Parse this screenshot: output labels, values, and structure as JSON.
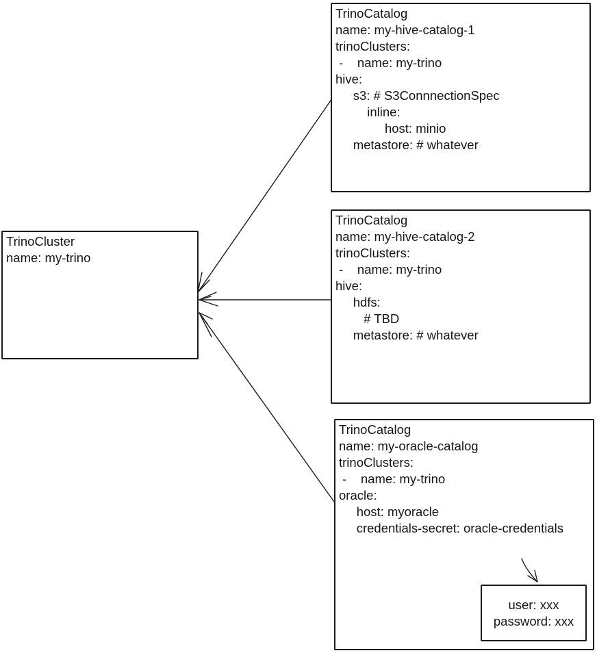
{
  "diagram": {
    "colors": {
      "ink": "#1b1b1b",
      "background": "#ffffff"
    },
    "cluster_box": {
      "lines": [
        "TrinoCluster",
        "name: my-trino"
      ]
    },
    "catalog_boxes": [
      {
        "id": "trino-catalog-1",
        "lines": [
          "TrinoCatalog",
          "name: my-hive-catalog-1",
          "trinoClusters:",
          " -    name: my-trino",
          "hive:",
          "     s3: # S3ConnnectionSpec",
          "         inline:",
          "              host: minio",
          "     metastore: # whatever"
        ]
      },
      {
        "id": "trino-catalog-2",
        "lines": [
          "TrinoCatalog",
          "name: my-hive-catalog-2",
          "trinoClusters:",
          " -    name: my-trino",
          "hive:",
          "     hdfs:",
          "        # TBD",
          "     metastore: # whatever"
        ]
      },
      {
        "id": "trino-catalog-3",
        "lines": [
          "TrinoCatalog",
          "name: my-oracle-catalog",
          "trinoClusters:",
          " -    name: my-trino",
          "oracle:",
          "     host: myoracle",
          "     credentials-secret: oracle-credentials"
        ]
      }
    ],
    "secret_box": {
      "lines": [
        "user: xxx",
        "password: xxx"
      ]
    }
  }
}
